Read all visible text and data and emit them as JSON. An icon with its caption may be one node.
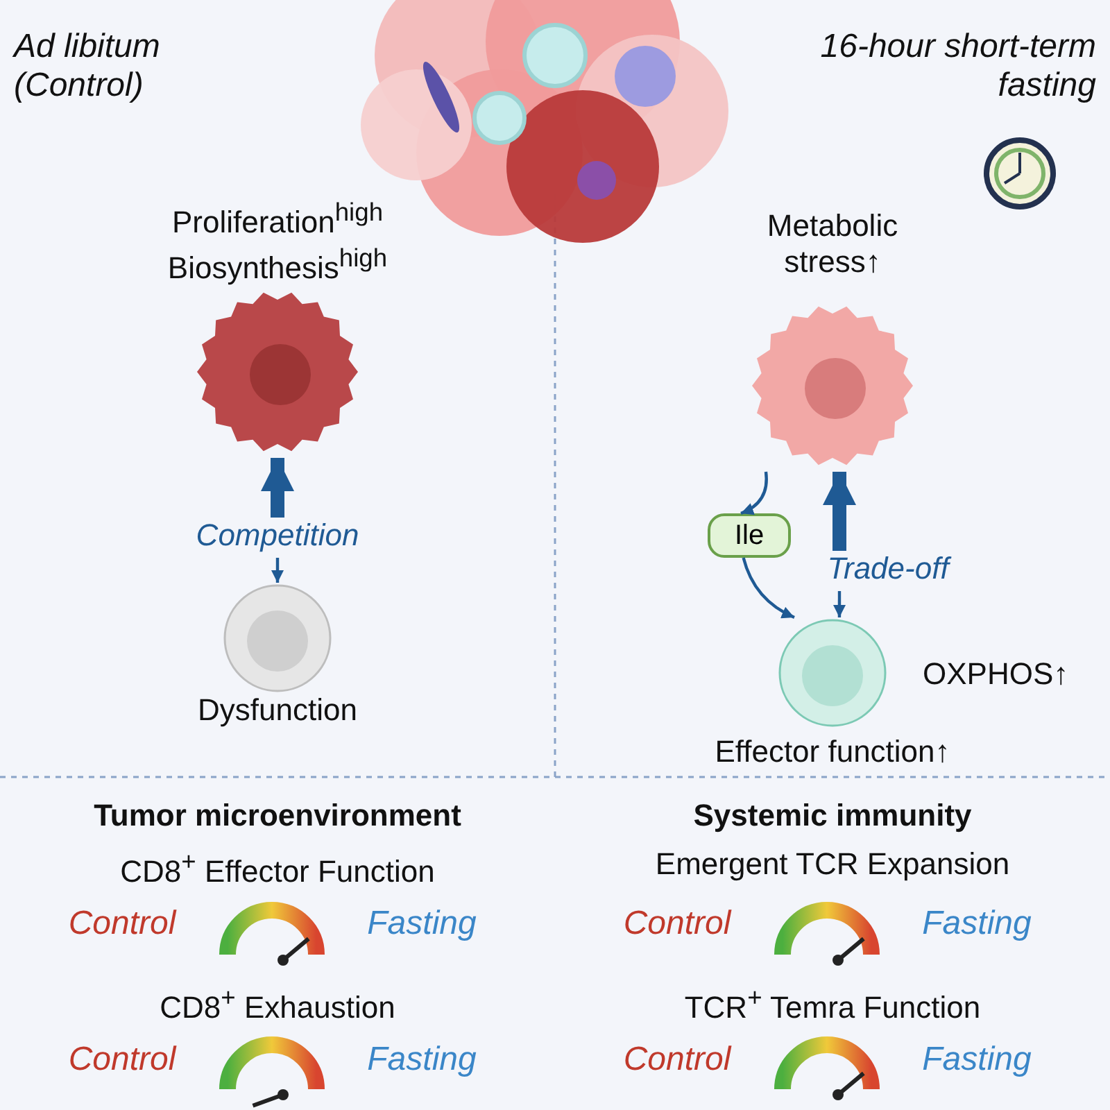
{
  "diagram": {
    "nodes": [
      {
        "text": [
          "Proliferation$^{high}$ Biosynthesis$^{high}$"
        ]
      },
      {
        "text": [
          "Dysfunction"
        ]
      },
      {
        "text": [
          "Metabolic stress↑"
        ]
      },
      {
        "text": [
          "Ile"
        ]
      },
      {
        "text": [
          "Effector function↑"
        ],
        "beside": [
          "OXPHOS↑"
        ]
      }
    ],
    "edges": [
      {
        "from": null,
        "to": 0,
        "arrow": "to",
        "style": "thick"
      },
      {
        "from": null,
        "to": 1,
        "arrow": "to",
        "label": "Competition"
      },
      {
        "from": 2,
        "to": 3,
        "arrow": "to"
      },
      {
        "from": null,
        "to": 2,
        "arrow": "to",
        "style": "thick"
      },
      {
        "from": null,
        "to": 4,
        "arrow": "to",
        "label": "Trade-off"
      },
      {
        "from": 3,
        "to": 4,
        "arrow": "to"
      }
    ],
    "labels": [
      "Ad libitum (Control)",
      "16-hour short-term fasting",
      "Tumor microenvironment",
      "Systemic immunity",
      "CD8$^{+}$ Effector Function",
      "Emergent TCR Expansion",
      "Control",
      "Fasting",
      "Control",
      "Fasting",
      "CD8$^{+}$ Exhaustion",
      "TCR$^{+}$ Temra Function",
      "Control",
      "Fasting",
      "Control",
      "Fasting"
    ]
  }
}
